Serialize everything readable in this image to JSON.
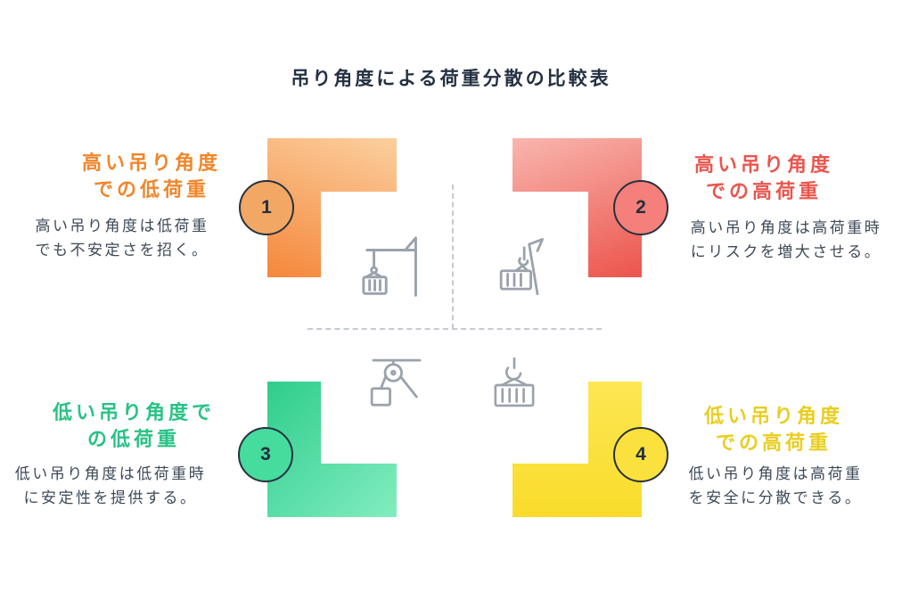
{
  "title": "吊り角度による荷重分散の比較表",
  "colors": {
    "title_text": "#243142",
    "body_text": "#3E4A57",
    "divider": "#C5CAD1",
    "icon_stroke": "#9AA2AC",
    "q1_gradient_start": "#FBCF9E",
    "q1_gradient_end": "#F5873B",
    "q2_gradient_start": "#F8B6AE",
    "q2_gradient_end": "#EC544C",
    "q3_gradient_start": "#2FCD8D",
    "q3_gradient_end": "#82EDBF",
    "q4_gradient_start": "#FCE654",
    "q4_gradient_end": "#F9DC2A"
  },
  "quadrants": [
    {
      "number": "1",
      "heading": "高い吊り角度\nでの低荷重",
      "body": "高い吊り角度は低荷重\nでも不安定さを招く。",
      "accent": "#F0862B",
      "badge_fill": "#F2A765",
      "icon": "tower-crane-container-icon"
    },
    {
      "number": "2",
      "heading": "高い吊り角度\nでの高荷重",
      "body": "高い吊り角度は高荷重時\nにリスクを増大させる。",
      "accent": "#E9564E",
      "badge_fill": "#F57F7A",
      "icon": "crane-boom-container-icon"
    },
    {
      "number": "3",
      "heading": "低い吊り角度で\nの低荷重",
      "body": "低い吊り角度は低荷重時\nに安定性を提供する。",
      "accent": "#29C285",
      "badge_fill": "#45DC9D",
      "icon": "pulley-load-icon"
    },
    {
      "number": "4",
      "heading": "低い吊り角度\nでの高荷重",
      "body": "低い吊り角度は高荷重\nを安全に分散できる。",
      "accent": "#E9CE21",
      "badge_fill": "#FAE13E",
      "icon": "hook-container-icon"
    }
  ]
}
